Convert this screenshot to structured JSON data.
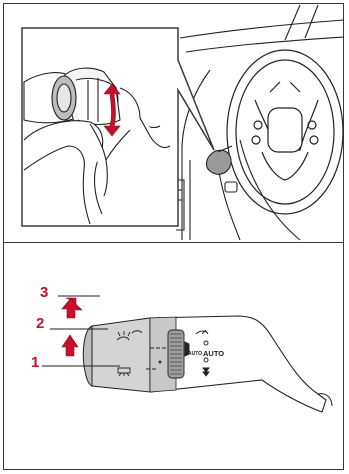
{
  "figure": {
    "steps": [
      {
        "number": "1"
      },
      {
        "number": "2"
      },
      {
        "number": "3"
      }
    ],
    "lever_labels": {
      "auto_small": "AUTO",
      "auto_large": "AUTO"
    },
    "colors": {
      "step_number": "#c8102e",
      "arrow_fill": "#c8102e",
      "lever_shade": "#cfcfcf",
      "line": "#222222"
    }
  }
}
